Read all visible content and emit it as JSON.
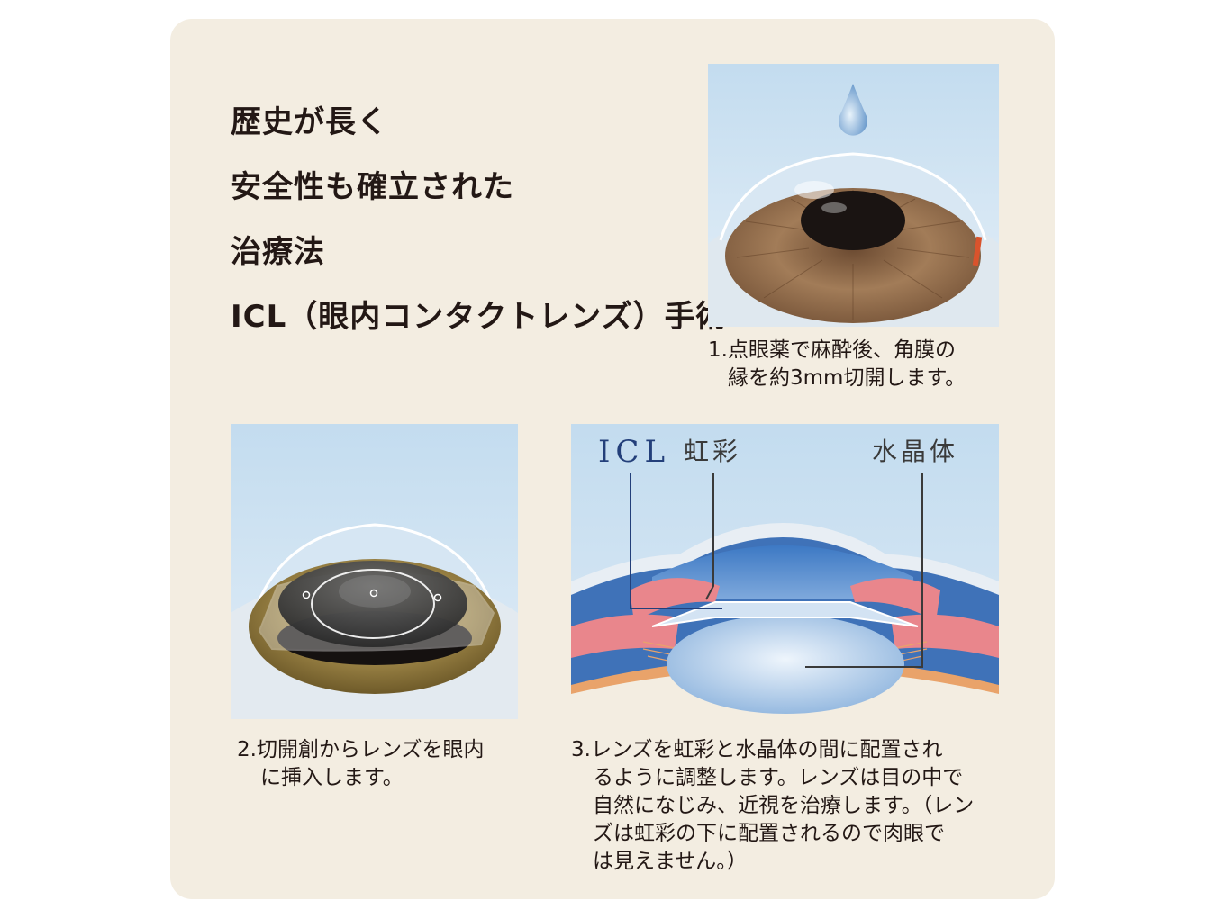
{
  "heading": {
    "lines": [
      "歴史が長く",
      "安全性も確立された",
      "治療法",
      "ICL（眼内コンタクトレンズ）手術"
    ]
  },
  "steps": [
    {
      "lines": [
        "1.点眼薬で麻酔後、角膜の",
        "縁を約3mm切開します。"
      ]
    },
    {
      "lines": [
        "2.切開創からレンズを眼内",
        "に挿入します。"
      ]
    },
    {
      "lines": [
        "3.レンズを虹彩と水晶体の間に配置され",
        "るように調整します。レンズは目の中で",
        "自然になじみ、近視を治療します。（レン",
        "ズは虹彩の下に配置されるので肉眼で",
        "は見えません。）"
      ]
    }
  ],
  "diagram_labels": {
    "icl": "ICL",
    "iris": "虹彩",
    "lens": "水晶体"
  },
  "colors": {
    "card_bg": "#f3ede1",
    "sky_blue": "#bcd8ee",
    "iris_brown": "#9a7452",
    "iris_olive": "#8f7a3e",
    "icl_navy": "#233f7a",
    "iris_pink": "#e9868c"
  }
}
